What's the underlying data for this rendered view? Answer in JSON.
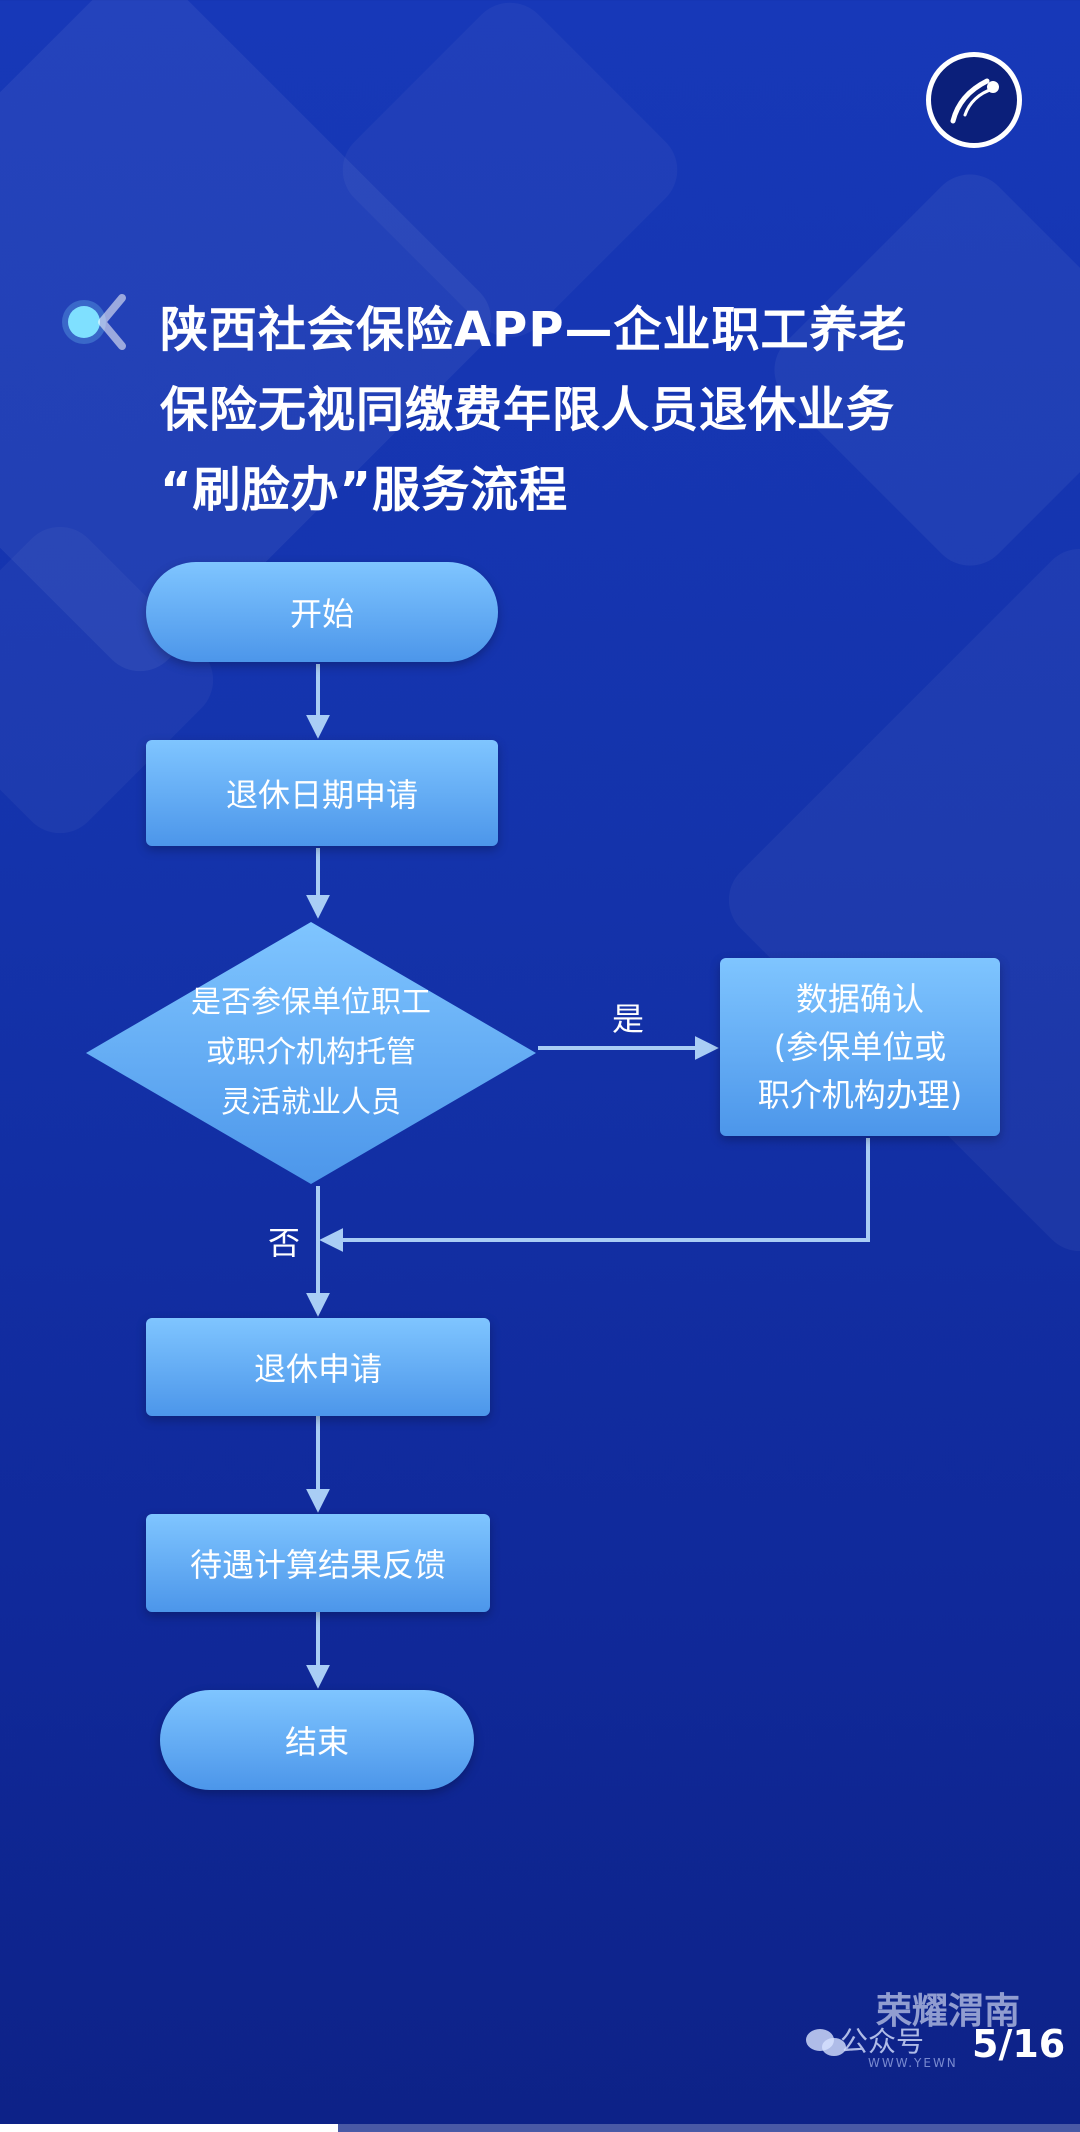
{
  "title": {
    "lines": [
      "陕西社会保险APP—企业职工养老",
      "保险无视同缴费年限人员退休业务",
      "“刷脸办”服务流程"
    ]
  },
  "flow": {
    "start": "开始",
    "step1": "退休日期申请",
    "decision": [
      "是否参保单位职工",
      "或职介机构托管",
      "灵活就业人员"
    ],
    "yes_label": "是",
    "no_label": "否",
    "side_box": [
      "数据确认",
      "(参保单位或",
      "职介机构办理)"
    ],
    "step2": "退休申请",
    "step3": "待遇计算结果反馈",
    "end": "结束"
  },
  "watermark": {
    "brand": "荣耀渭南",
    "account": "公众号",
    "domain": "WWW.YEWN"
  },
  "pager": {
    "text": "5/16",
    "progress": 0.3125
  },
  "colors": {
    "background": "#1433ab",
    "node_top": "#7fc5ff",
    "node_bottom": "#4c96ea",
    "line": "#a9cdf5"
  },
  "icons": [
    "logo-icon",
    "title-chevron-icon",
    "arrow-icon",
    "wechat-icon"
  ]
}
